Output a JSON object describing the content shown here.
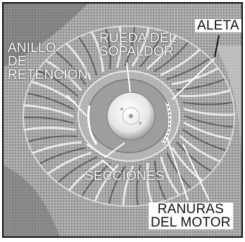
{
  "figure": {
    "labels": {
      "anillo": [
        "ANILLO",
        "DE",
        "RETENCIÓN"
      ],
      "rueda": [
        "RUEDA DEL",
        "SOPALDOR"
      ],
      "aleta": "ALETA",
      "secciones": "SECCIONES",
      "ranuras": [
        "RANURAS",
        "DEL MOTOR"
      ]
    }
  }
}
